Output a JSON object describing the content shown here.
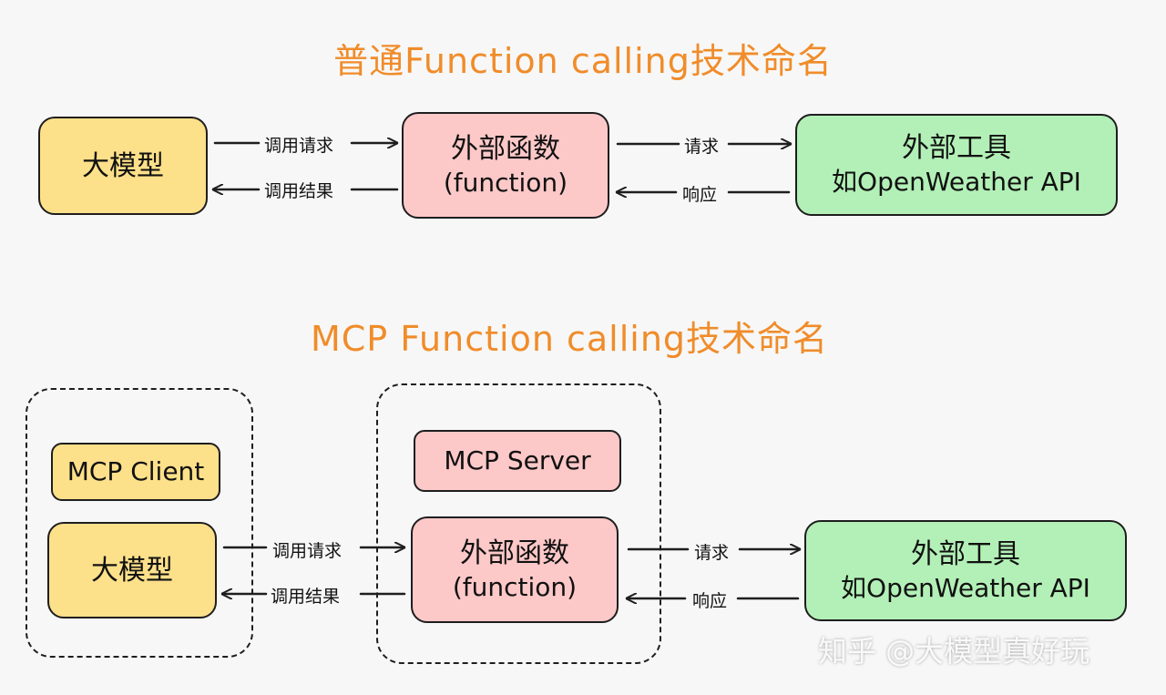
{
  "top": {
    "title": "普通Function calling技术命名",
    "model": "大模型",
    "func_line1": "外部函数",
    "func_line2": "(function)",
    "tool_line1": "外部工具",
    "tool_line2": "如OpenWeather API",
    "call_request": "调用请求",
    "call_result": "调用结果",
    "request": "请求",
    "response": "响应"
  },
  "bottom": {
    "title": "MCP Function calling技术命名",
    "client": "MCP Client",
    "model": "大模型",
    "server": "MCP Server",
    "func_line1": "外部函数",
    "func_line2": "(function)",
    "tool_line1": "外部工具",
    "tool_line2": "如OpenWeather API",
    "call_request": "调用请求",
    "call_result": "调用结果",
    "request": "请求",
    "response": "响应"
  },
  "watermark": "知乎 @大模型真好玩",
  "colors": {
    "title": "#f08c2a",
    "model": "#fde08a",
    "function": "#fdc8c8",
    "tool": "#b3f0b7"
  }
}
